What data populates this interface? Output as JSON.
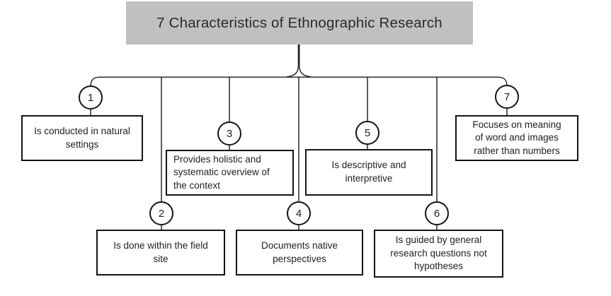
{
  "diagram": {
    "title": "7 Characteristics of Ethnographic Research",
    "items": [
      {
        "number": "1",
        "label": "Is conducted in natural\nsettings"
      },
      {
        "number": "2",
        "label": "Is done within the field\nsite"
      },
      {
        "number": "3",
        "label": "Provides holistic and\nsystematic overview of\nthe context"
      },
      {
        "number": "4",
        "label": "Documents native\nperspectives"
      },
      {
        "number": "5",
        "label": "Is descriptive and\ninterpretive"
      },
      {
        "number": "6",
        "label": "Is guided by general\nresearch questions not\nhypotheses"
      },
      {
        "number": "7",
        "label": "Focuses on meaning\nof word and images\nrather than numbers"
      }
    ],
    "colors": {
      "title_fill": "#c0c0c0",
      "line": "#1a1a1a",
      "box_border": "#141414",
      "text": "#1f1f1f",
      "background": "#ffffff"
    }
  }
}
